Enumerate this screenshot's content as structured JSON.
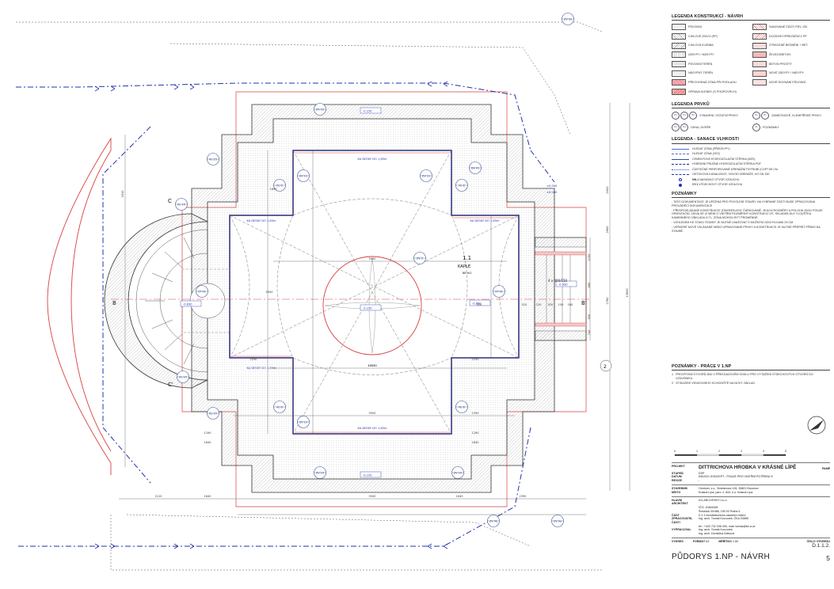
{
  "legend_konstrukci": {
    "title": "LEGENDA KONSTRUKCÍ - NÁVRH",
    "items": [
      {
        "pattern": "p1",
        "label": "PŮVODNÍ"
      },
      {
        "pattern": "r1",
        "label": "SANOVANÉ ČÁSTI PŮV. ZDI"
      },
      {
        "pattern": "p2",
        "label": "CIHLOVÉ ZDIVO (PP)"
      },
      {
        "pattern": "r2",
        "label": "DOZDÍVKY/PŘEZDĚNÍ Z PP"
      },
      {
        "pattern": "p3",
        "label": "CIHLOVÁ KLENBA"
      },
      {
        "pattern": "r3",
        "label": "ZTRACENÉ BEDNĚNÍ + BET."
      },
      {
        "pattern": "p4",
        "label": "ZÁSYPY / NÁSYPY"
      },
      {
        "pattern": "r4",
        "label": "ŽELEZOBETON"
      },
      {
        "pattern": "p5",
        "label": "PŮVODNÍ TERÉN"
      },
      {
        "pattern": "r5",
        "label": "BETON PROSTÝ"
      },
      {
        "pattern": "p6",
        "label": "NÁSYPNÝ TERÉN"
      },
      {
        "pattern": "r6",
        "label": "NOVÉ ZÁSYPY / NÁSYPY"
      },
      {
        "pattern": "r7",
        "label": "PŘECHODNÁ ZÓNA PŘI PODLAHU"
      },
      {
        "pattern": "r9",
        "label": "NOVÉ ROVNÁNÍ PŮVODNÍ"
      },
      {
        "pattern": "r8",
        "label": "OPRAVA KLENBY (S PODPOVRCH)"
      }
    ]
  },
  "legend_prvku": {
    "title": "LEGENDA PRVKŮ",
    "items": [
      {
        "codes": [
          "ZV",
          "Z1",
          "Z2"
        ],
        "label": "VYBAVENÍ, OSTATNÍ PRVKY"
      },
      {
        "codes": [
          "KL",
          "ZT"
        ],
        "label": "ZÁMEČNICKÉ, KLEMPÍŘSKÉ PRVKY"
      },
      {
        "codes": [
          "O1",
          "D1"
        ],
        "label": "OKNA, DVEŘE"
      },
      {
        "codes": [
          "01"
        ],
        "label": "POZNÁMKY"
      }
    ]
  },
  "legend_sanace": {
    "title": "LEGENDA - SANACE VLHKOSTI",
    "items": [
      {
        "style": "a",
        "label": "HLEDAT ZÓNA (PŘEDSYPY)"
      },
      {
        "style": "b",
        "label": "HLEDAT ZÓNA (VEZ)"
      },
      {
        "style": "c",
        "label": "CEMENTOVÁ HYDROIZOLAČNÍ STĚRKA (MZS)"
      },
      {
        "style": "d",
        "label": "HYBRIDNÍ PRUŽNÁ HYDROIZOLAČNÍ STĚRKA PDF"
      },
      {
        "style": "e",
        "label": "ČÁSTEČNÉ PERFOROVANÉ DRENÁŽNÍ POTRUBÍ (COPT 89 CM"
      },
      {
        "style": "f",
        "label": "ODTOKOVÁ KANALIZACE, ODVOD DRENÁŽE, KG DN 150"
      },
      {
        "style": "o",
        "code": "NN.1",
        "label": "NASÁVACÍ OTVOR VZDUCHU"
      },
      {
        "style": "x",
        "code": "VY.1",
        "label": "VÝDECHOVÝ OTVOR VZDUCHU"
      }
    ]
  },
  "notes": {
    "title": "POZNÁMKY",
    "items": [
      "- TATO DOKUMENTACE JE URČENA PRO POVOLENÍ STAVBY. NA VYBRANÉ ČÁSTI BUDE ZPRACOVÁNA PROVÁDĚCÍ DOKUMENTACE",
      "- PŘEDPOKLÁDANÉ KONSTRUKCE (ODKRESLENY ČÁRKOVANĚ, JEJICH ROZMĚRY A POLOHA JSOU POUZE ORIENTAČNÍ. ZDIVA SE ZI MĚNÍ O VNITŘNÍ ROZMĚRNÝ KONSTRUKCÍ VČ. SKLADEB DLE TLOUŠŤKA KAMENNÉHO OBKLADU A TL. ZÓNA MOHOU BÝT PROMĚNNÉ.",
      "- VZHLEDEM KE STAVU STAVBY JE NUTNÉ UVAŽOVAT S MOŽNÝM ODCHYLKAMI 25 CM",
      "- VEŠKERÉ NOVÉ VKLÁDANÉ NEBO UPRAVOVANÉ PRVKY A KONSTRUKCE JE NUTNÉ PŘEPRÍT PŘÍMO NA STAVBĚ."
    ]
  },
  "works": {
    "title": "POZNÁMKY - PRÁCE V 1.NP",
    "items": [
      {
        "n": "1",
        "text": "PROVRTÁNÍ OTVORŮ Ø40 V PŘEKDADOVÉM SOKLU PRO VYTAŽENÍ VÝDECHOVÝCH OTVORŮ DO VZDUŠNÍKU"
      },
      {
        "n": "2",
        "text": "STISAZENÍ VENKOVNÍHO SCHODIŠTĚ NA NOVÝ ZÁKLAD."
      }
    ]
  },
  "scale": {
    "ticks": [
      "0",
      "1",
      "2",
      "3",
      "4",
      "5"
    ]
  },
  "titleblock": {
    "rows1": [
      {
        "k": "PROJEKT",
        "v": "DITTRICHOVA HROBKA V KRÁSNÉ LÍPĚ",
        "big": true
      },
      {
        "k": "STUPEŇ",
        "v": "DSP"
      },
      {
        "k": "DATUM",
        "v": "6/6/2021 KONCEPT - POUZE PRO VNITŘNÍ POTŘEBU !!!"
      },
      {
        "k": "REVIZE",
        "v": "-"
      }
    ],
    "part": "PAMĚ",
    "rows2": [
      {
        "k": "STAVEBNÍK",
        "v": "Omnium, z.s., Smetanova 126, 35801 Broumov"
      },
      {
        "k": "MÍSTO",
        "v": "Krásná Lípa, parc. č. 843, k.ú. Krásná Lípa"
      }
    ],
    "rows3": [
      {
        "k": "HLAVNÍ ARCHITEKT",
        "v": "KG-ARCHITEKTI s.r.o."
      },
      {
        "k": "",
        "v": "IČO: 10464348"
      },
      {
        "k": "",
        "v": "Švédská 30/486, 150 00 Praha 5"
      },
      {
        "k": "ČÁST",
        "v": "D.1.1 Architektonicko-stavební řešení"
      },
      {
        "k": "ZPRACOVATEL ČÁSTI",
        "v": "Ing. arch. Tomáš Kocourek, ČKA 03855"
      },
      {
        "k": "",
        "v": "tel.: +420 732 206 490, mail: tomas@ke-a.cz"
      },
      {
        "k": "VYPRACOVAL",
        "v": "Ing. arch. Tomáš Kocourek"
      },
      {
        "k": "",
        "v": "Ing. arch. Dominika Dolková"
      }
    ],
    "format_label": "VÝKRES",
    "format_key": "FORMÁT",
    "format": "A3",
    "scale_key": "MĚŘÍTKO",
    "scale": "1:50",
    "drawing_no_label": "ČÍSLO VÝKRESU",
    "drawing_code": "D.1.1.2.",
    "drawing_title": "PŮDORYS 1.NP - NÁVRH",
    "drawing_no": "5"
  },
  "plan": {
    "room_no": "1.1",
    "room_name": "KAPLE",
    "room_area": "88 m2",
    "tags_zv": [
      "ZV 10",
      "ZV 11",
      "ZV 11",
      "ZV 10",
      "ZV 11",
      "ZV 10",
      "ZV 9a",
      "ZV 9b",
      "ZV 9a",
      "ZV 5"
    ],
    "tags_kl": [
      "KL 15",
      "KL 8",
      "KL 8",
      "KL 15",
      "KL 8",
      "KL 10",
      "KL 10",
      "KL 8"
    ],
    "tags_vy": [
      "VY 01",
      "VY 01",
      "DV 01"
    ],
    "labels": [
      "KA DESKY DO 1,65m",
      "KA DESKY DO 1,65m",
      "KA DESKY DO 1,65m",
      "KA DESKY DO 1,65m",
      "KA DESKY DO 1,65m"
    ],
    "levels": [
      "-0.150",
      "-0.150",
      "-0.150",
      "-0.630",
      "±0,000",
      "±0,000",
      "-0,630",
      "-0,600"
    ],
    "section_marks": [
      "B",
      "B'",
      "C",
      "C'",
      "2"
    ],
    "stairs_label": "4 x 300/150",
    "dims": [
      "2120",
      "1640",
      "5500",
      "1640",
      "2390",
      "10050",
      "5500",
      "1290",
      "1640",
      "1290",
      "1640",
      "2250",
      "2250",
      "5500",
      "10050",
      "1640",
      "2660",
      "5500",
      "1690",
      "2780",
      "1250",
      "690",
      "600",
      "740",
      "520",
      "220",
      "520",
      "150",
      "180",
      "520",
      "1350",
      "13600",
      "1610"
    ]
  }
}
